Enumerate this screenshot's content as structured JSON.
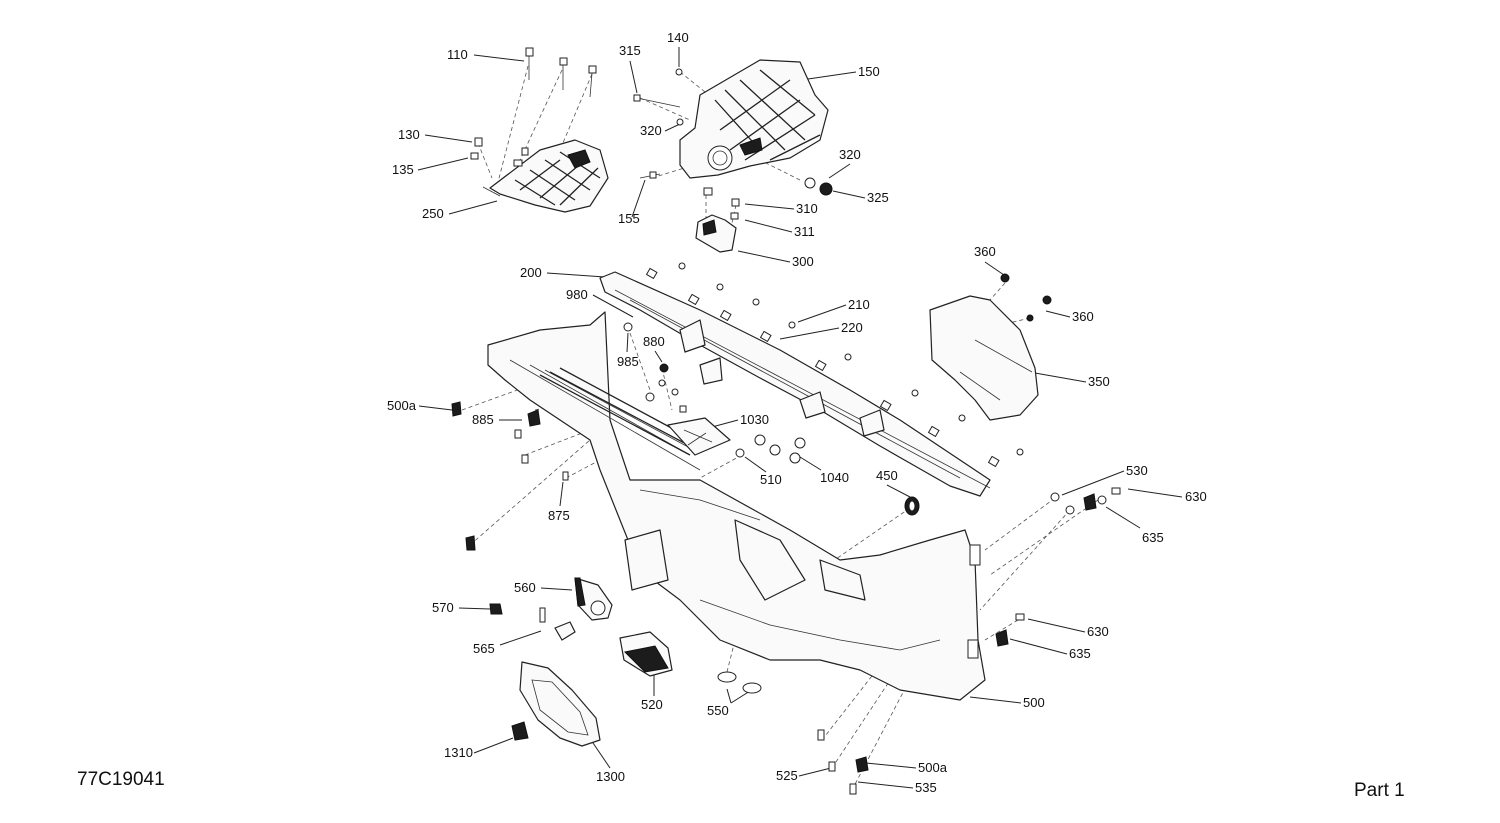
{
  "diagram_id": "77C19041",
  "page_label": "Part 1",
  "callouts": [
    {
      "id": "110",
      "text": "110"
    },
    {
      "id": "130",
      "text": "130"
    },
    {
      "id": "135",
      "text": "135"
    },
    {
      "id": "250",
      "text": "250"
    },
    {
      "id": "315",
      "text": "315"
    },
    {
      "id": "140",
      "text": "140"
    },
    {
      "id": "150",
      "text": "150"
    },
    {
      "id": "320a",
      "text": "320"
    },
    {
      "id": "155",
      "text": "155"
    },
    {
      "id": "320b",
      "text": "320"
    },
    {
      "id": "325",
      "text": "325"
    },
    {
      "id": "310",
      "text": "310"
    },
    {
      "id": "311",
      "text": "311"
    },
    {
      "id": "300",
      "text": "300"
    },
    {
      "id": "200",
      "text": "200"
    },
    {
      "id": "980",
      "text": "980"
    },
    {
      "id": "210",
      "text": "210"
    },
    {
      "id": "220",
      "text": "220"
    },
    {
      "id": "985",
      "text": "985"
    },
    {
      "id": "880",
      "text": "880"
    },
    {
      "id": "360a",
      "text": "360"
    },
    {
      "id": "360b",
      "text": "360"
    },
    {
      "id": "350",
      "text": "350"
    },
    {
      "id": "500a_top",
      "text": "500a"
    },
    {
      "id": "885",
      "text": "885"
    },
    {
      "id": "1030",
      "text": "1030"
    },
    {
      "id": "510",
      "text": "510"
    },
    {
      "id": "1040",
      "text": "1040"
    },
    {
      "id": "450",
      "text": "450"
    },
    {
      "id": "875",
      "text": "875"
    },
    {
      "id": "530",
      "text": "530"
    },
    {
      "id": "630a",
      "text": "630"
    },
    {
      "id": "635a",
      "text": "635"
    },
    {
      "id": "560",
      "text": "560"
    },
    {
      "id": "570",
      "text": "570"
    },
    {
      "id": "565",
      "text": "565"
    },
    {
      "id": "630b",
      "text": "630"
    },
    {
      "id": "635b",
      "text": "635"
    },
    {
      "id": "520",
      "text": "520"
    },
    {
      "id": "550",
      "text": "550"
    },
    {
      "id": "500",
      "text": "500"
    },
    {
      "id": "1310",
      "text": "1310"
    },
    {
      "id": "1300",
      "text": "1300"
    },
    {
      "id": "500a_bottom",
      "text": "500a"
    },
    {
      "id": "525",
      "text": "525"
    },
    {
      "id": "535",
      "text": "535"
    }
  ]
}
